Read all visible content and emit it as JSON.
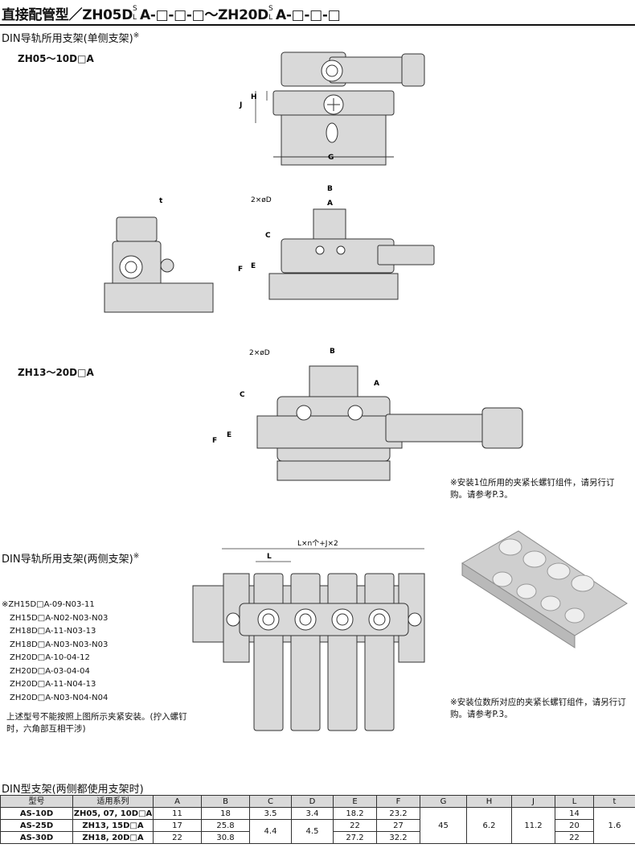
{
  "header": {
    "title": "直接配管型／ZH05D⁠ˢₗA-□-□-□～ZH20DˢₗA-□-□-□",
    "title_parts": {
      "a": "直接配管型／ZH05D",
      "b": "A-□-□-□～ZH20D",
      "c": "A-□-□-□",
      "sup": "S",
      "sub": "L"
    }
  },
  "section1": {
    "title": "DIN导轨所用支架(单侧支架)",
    "mark": "※",
    "model_a": "ZH05～10D□A",
    "model_b": "ZH13～20D□A",
    "dims": {
      "J": "J",
      "H": "H",
      "G": "G",
      "B": "B",
      "A": "A",
      "C": "C",
      "E": "E",
      "F": "F",
      "t": "t",
      "D": "2×øD"
    },
    "note": "※安装1位所用的夹紧长螺钉组件，请另行订购。请参考P.3。"
  },
  "section2": {
    "title": "DIN导轨所用支架(两侧支架)",
    "mark": "※",
    "dim_top": "L×n个+J×2",
    "dim_l": "L",
    "models": [
      "※ZH15D□A-09-N03-11",
      "ZH15D□A-N02-N03-N03",
      "ZH18D□A-11-N03-13",
      "ZH18D□A-N03-N03-N03",
      "ZH20D□A-10-04-12",
      "ZH20D□A-03-04-04",
      "ZH20D□A-11-N04-13",
      "ZH20D□A-N03-N04-N04"
    ],
    "models_note": "上述型号不能按照上图所示夹紧安装。(拧入螺钉时，六角部互相干涉)",
    "note": "※安装位数所对应的夹紧长螺钉组件，请另行订购。请参考P.3。"
  },
  "table": {
    "title": "DIN型支架(两侧都使用支架时)",
    "headers": [
      "型号",
      "适用系列",
      "A",
      "B",
      "C",
      "D",
      "E",
      "F",
      "G",
      "H",
      "J",
      "L",
      "t"
    ],
    "rows": [
      {
        "model": "AS-10D",
        "series": "ZH05, 07, 10D□A",
        "A": "11",
        "B": "18",
        "C": "3.5",
        "D": "3.4",
        "E": "18.2",
        "F": "23.2",
        "L": "14"
      },
      {
        "model": "AS-25D",
        "series": "ZH13, 15D□A",
        "A": "17",
        "B": "25.8",
        "E": "22",
        "F": "27",
        "L": "20"
      },
      {
        "model": "AS-30D",
        "series": "ZH18, 20D□A",
        "A": "22",
        "B": "30.8",
        "E": "27.2",
        "F": "32.2",
        "L": "22"
      }
    ],
    "merged": {
      "C_23": "4.4",
      "D_23": "4.5",
      "G": "45",
      "H": "6.2",
      "J": "11.2",
      "t": "1.6"
    }
  }
}
